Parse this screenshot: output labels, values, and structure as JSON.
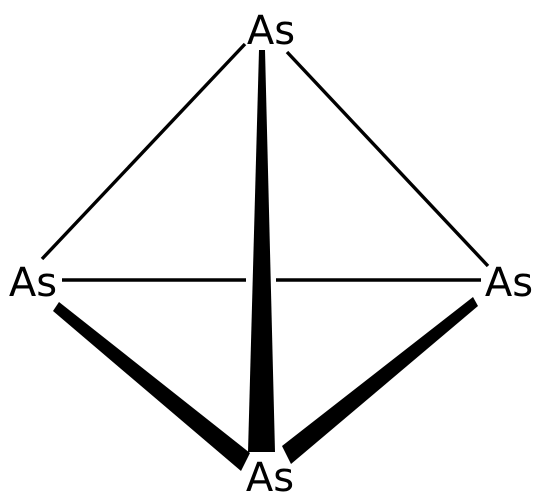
{
  "molecule": {
    "atoms": [
      {
        "id": "top",
        "label": "As"
      },
      {
        "id": "left",
        "label": "As"
      },
      {
        "id": "right",
        "label": "As"
      },
      {
        "id": "bottom",
        "label": "As"
      }
    ],
    "bonds": [
      {
        "from": "top",
        "to": "left",
        "style": "single"
      },
      {
        "from": "top",
        "to": "right",
        "style": "single"
      },
      {
        "from": "left",
        "to": "right",
        "style": "single-behind"
      },
      {
        "from": "left",
        "to": "bottom",
        "style": "wedge"
      },
      {
        "from": "top",
        "to": "bottom",
        "style": "wedge"
      },
      {
        "from": "right",
        "to": "bottom",
        "style": "wedge"
      }
    ]
  },
  "colors": {
    "ink": "#000000",
    "background": "#ffffff"
  }
}
